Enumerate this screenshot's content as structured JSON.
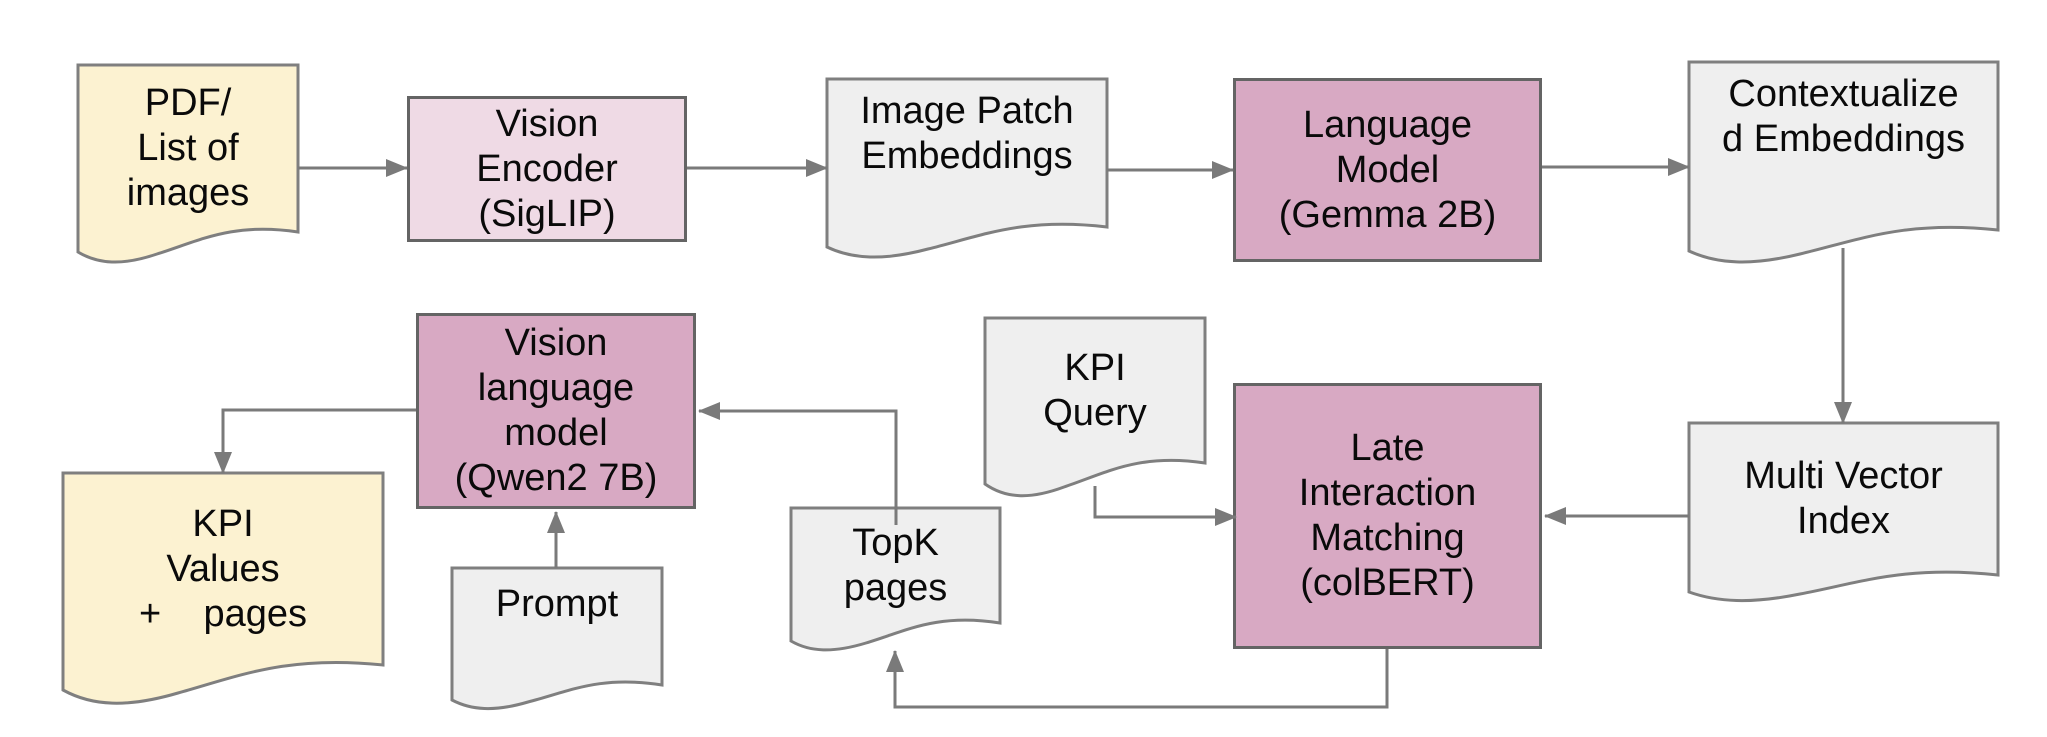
{
  "colors": {
    "canvas_bg": "#ffffff",
    "doc_gray_fill": "#efefef",
    "doc_yellow_fill": "#fcf2d1",
    "box_pink_fill": "#d8a9c3",
    "box_pink_light_fill": "#efdae5",
    "shape_border": "#7f7f7f",
    "box_border": "#646464",
    "connector": "#7a7a7a",
    "text": "#0a0a0a"
  },
  "diagram": {
    "nodes": {
      "pdf_input": {
        "shape": "document",
        "fill": "yellow",
        "lines": [
          "PDF/",
          "List of",
          "images"
        ]
      },
      "vision_encoder": {
        "shape": "process",
        "fill": "palepink",
        "lines": [
          "Vision",
          "Encoder",
          "(SigLIP)"
        ]
      },
      "image_patch_embeddings": {
        "shape": "document",
        "fill": "gray",
        "lines": [
          "Image Patch",
          "Embeddings"
        ]
      },
      "language_model": {
        "shape": "process",
        "fill": "pink",
        "lines": [
          "Language",
          "Model",
          "(Gemma 2B)"
        ]
      },
      "contextualized_embeddings": {
        "shape": "document",
        "fill": "gray",
        "lines": [
          "Contextualize",
          "d Embeddings"
        ]
      },
      "multi_vector_index": {
        "shape": "document",
        "fill": "gray",
        "lines": [
          "Multi Vector",
          "Index"
        ]
      },
      "late_interaction_matching": {
        "shape": "process",
        "fill": "pink",
        "lines": [
          "Late",
          "Interaction",
          "Matching",
          "(colBERT)"
        ]
      },
      "kpi_query": {
        "shape": "document",
        "fill": "gray",
        "lines": [
          "KPI",
          "Query"
        ]
      },
      "topk_pages": {
        "shape": "document",
        "fill": "gray",
        "lines": [
          "TopK",
          "pages"
        ]
      },
      "vision_language_model": {
        "shape": "process",
        "fill": "pink",
        "lines": [
          "Vision",
          "language",
          "model",
          "(Qwen2 7B)"
        ]
      },
      "prompt": {
        "shape": "document",
        "fill": "gray",
        "lines": [
          "Prompt"
        ]
      },
      "kpi_values_pages": {
        "shape": "document",
        "fill": "yellow",
        "lines": [
          "KPI",
          "Values",
          "+    pages"
        ]
      }
    },
    "edges": [
      {
        "from": "pdf_input",
        "to": "vision_encoder"
      },
      {
        "from": "vision_encoder",
        "to": "image_patch_embeddings"
      },
      {
        "from": "image_patch_embeddings",
        "to": "language_model"
      },
      {
        "from": "language_model",
        "to": "contextualized_embeddings"
      },
      {
        "from": "contextualized_embeddings",
        "to": "multi_vector_index"
      },
      {
        "from": "multi_vector_index",
        "to": "late_interaction_matching"
      },
      {
        "from": "kpi_query",
        "to": "late_interaction_matching"
      },
      {
        "from": "late_interaction_matching",
        "to": "topk_pages"
      },
      {
        "from": "topk_pages",
        "to": "vision_language_model"
      },
      {
        "from": "prompt",
        "to": "vision_language_model"
      },
      {
        "from": "vision_language_model",
        "to": "kpi_values_pages"
      }
    ]
  }
}
